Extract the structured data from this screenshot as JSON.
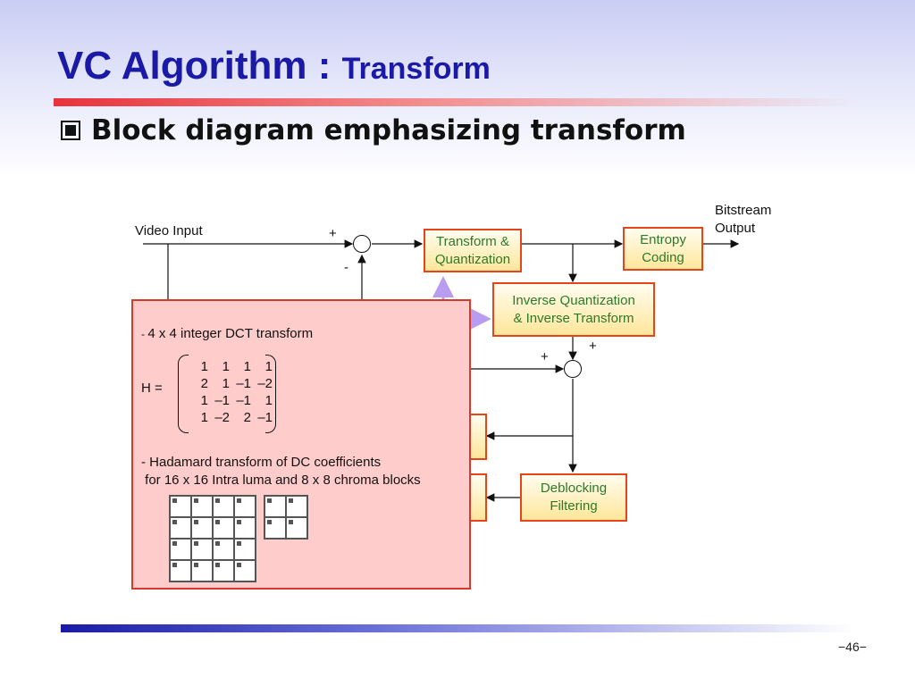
{
  "slide": {
    "title_main": "VC Algorithm :",
    "title_sub": "Transform",
    "bullet": "Block diagram emphasizing transform",
    "page_number": "−46−"
  },
  "diagram": {
    "video_input": "Video Input",
    "bitstream_output": "Bitstream\nOutput",
    "plus_sign": "+",
    "minus_sign": "-",
    "transform_quant": "Transform &\nQuantization",
    "entropy_coding": "Entropy\nCoding",
    "inverse_quant": "Inverse Quantization\n& Inverse Transform",
    "deblocking": "Deblocking\nFiltering"
  },
  "overlay": {
    "dct_line_dash": "- ",
    "dct_line_text": "4 x 4 integer DCT transform",
    "h_label": "H =",
    "matrix": [
      [
        "1",
        "1",
        "1",
        "1"
      ],
      [
        "2",
        "1",
        "–1",
        "–2"
      ],
      [
        "1",
        "–1",
        "–1",
        "1"
      ],
      [
        "1",
        "–2",
        "2",
        "–1"
      ]
    ],
    "hadamard_line1": "- Hadamard transform of DC coefficients",
    "hadamard_line2": " for 16 x 16 Intra luma and 8 x 8 chroma blocks"
  },
  "colors": {
    "title": "#1a1aa6",
    "box_border": "#e8441a",
    "box_text": "#2b7a2b",
    "overlay_fill": "#ffcccc",
    "highlight_arrow": "#b79cf0"
  }
}
